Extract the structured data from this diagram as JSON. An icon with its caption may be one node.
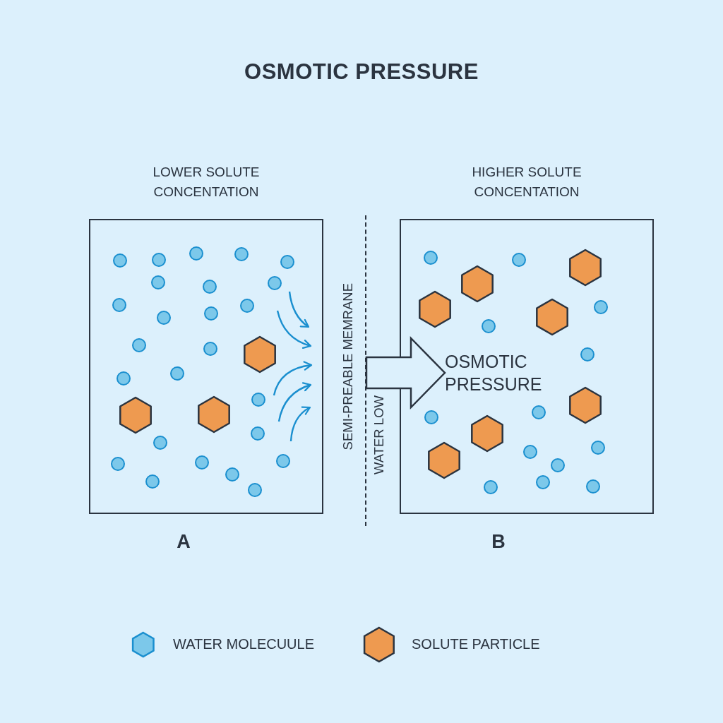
{
  "diagram": {
    "title": "OSMOTIC PRESSURE",
    "nodes": [
      {
        "text": [
          "LOWER SOLUTE CONCENTATION"
        ],
        "beside": [
          "A"
        ]
      },
      {
        "text": [
          "SEMI-PREABLE MEMRANE"
        ]
      },
      {
        "text": [
          "HIGHER SOLUTE CONCENTATION"
        ],
        "beside": [
          "B"
        ]
      },
      {
        "text": [
          "OSMOTIC PRESSURE"
        ],
        "in": 2
      }
    ],
    "edges": [
      {
        "from": 1,
        "to": 3,
        "arrow": "to",
        "style": "thick"
      }
    ],
    "labels": [
      "WATER LOW"
    ],
    "legend": [
      {
        "text": "WATER MOLECUULE",
        "color": "#7cc8ea"
      },
      {
        "text": "SOLUTE PARTICLE",
        "color": "#ee9a50"
      }
    ]
  }
}
